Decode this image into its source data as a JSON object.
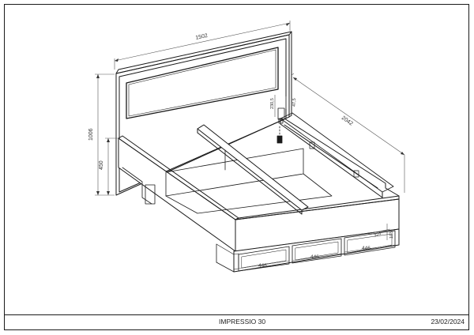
{
  "drawing": {
    "dimensions": {
      "width": "1502",
      "length": "2042",
      "height": "1006",
      "frame_height": "450",
      "rail_top": "230,5",
      "rail_gap": "47,5",
      "drawer_1_width": "446",
      "drawer_2_width": "446",
      "drawer_3_width": "446",
      "drawer_depth": "324",
      "drawer_height": "103"
    }
  },
  "footer": {
    "product_name": "IMPRESSIO 30",
    "date": "23/02/2024"
  }
}
